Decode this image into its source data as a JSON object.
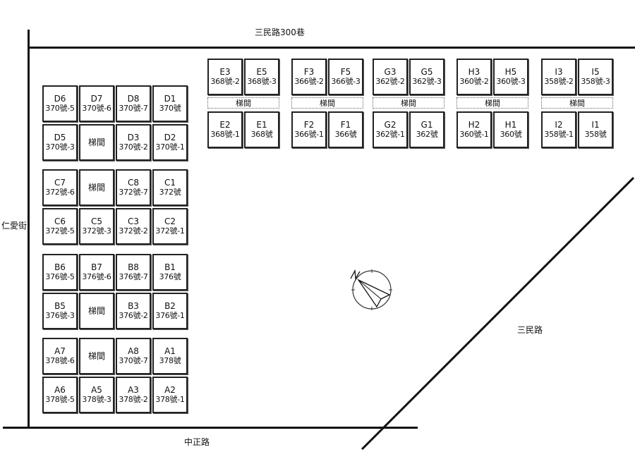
{
  "roads": {
    "top": "三民路300巷",
    "left": "仁愛街",
    "bottom": "中正路",
    "diagonal": "三民路"
  },
  "stair_label": "梯間",
  "left_block": [
    [
      "D6",
      "370號-5"
    ],
    [
      "D7",
      "370號-6"
    ],
    [
      "D8",
      "370號-7"
    ],
    [
      "D1",
      "370號"
    ],
    [
      "D5",
      "370號-3"
    ],
    [
      "",
      ""
    ],
    [
      "D3",
      "370號-2"
    ],
    [
      "D2",
      "370號-1"
    ],
    [
      "C7",
      "372號-6"
    ],
    [
      "",
      ""
    ],
    [
      "C8",
      "372號-7"
    ],
    [
      "C1",
      "372號"
    ],
    [
      "C6",
      "372號-5"
    ],
    [
      "C5",
      "372號-3"
    ],
    [
      "C3",
      "372號-2"
    ],
    [
      "C2",
      "372號-1"
    ],
    [
      "B6",
      "376號-5"
    ],
    [
      "B7",
      "376號-6"
    ],
    [
      "B8",
      "376號-7"
    ],
    [
      "B1",
      "376號"
    ],
    [
      "B5",
      "376號-3"
    ],
    [
      "",
      ""
    ],
    [
      "B3",
      "376號-2"
    ],
    [
      "B2",
      "376號-1"
    ],
    [
      "A7",
      "378號-6"
    ],
    [
      "",
      ""
    ],
    [
      "A8",
      "370號-7"
    ],
    [
      "A1",
      "378號"
    ],
    [
      "A6",
      "378號-5"
    ],
    [
      "A5",
      "378號-3"
    ],
    [
      "A3",
      "378號-2"
    ],
    [
      "A2",
      "378號-1"
    ]
  ],
  "top_groups": [
    {
      "tl": [
        "E3",
        "368號-2"
      ],
      "tr": [
        "E5",
        "368號-3"
      ],
      "bl": [
        "E2",
        "368號-1"
      ],
      "br": [
        "E1",
        "368號"
      ]
    },
    {
      "tl": [
        "F3",
        "366號-2"
      ],
      "tr": [
        "F5",
        "366號-3"
      ],
      "bl": [
        "F2",
        "366號-1"
      ],
      "br": [
        "F1",
        "366號"
      ]
    },
    {
      "tl": [
        "G3",
        "362號-2"
      ],
      "tr": [
        "G5",
        "362號-3"
      ],
      "bl": [
        "G2",
        "362號-1"
      ],
      "br": [
        "G1",
        "362號"
      ]
    },
    {
      "tl": [
        "H3",
        "360號-2"
      ],
      "tr": [
        "H5",
        "360號-3"
      ],
      "bl": [
        "H2",
        "360號-1"
      ],
      "br": [
        "H1",
        "360號"
      ]
    },
    {
      "tl": [
        "I3",
        "358號-2"
      ],
      "tr": [
        "I5",
        "358號-3"
      ],
      "bl": [
        "I2",
        "358號-1"
      ],
      "br": [
        "I1",
        "358號"
      ]
    }
  ]
}
